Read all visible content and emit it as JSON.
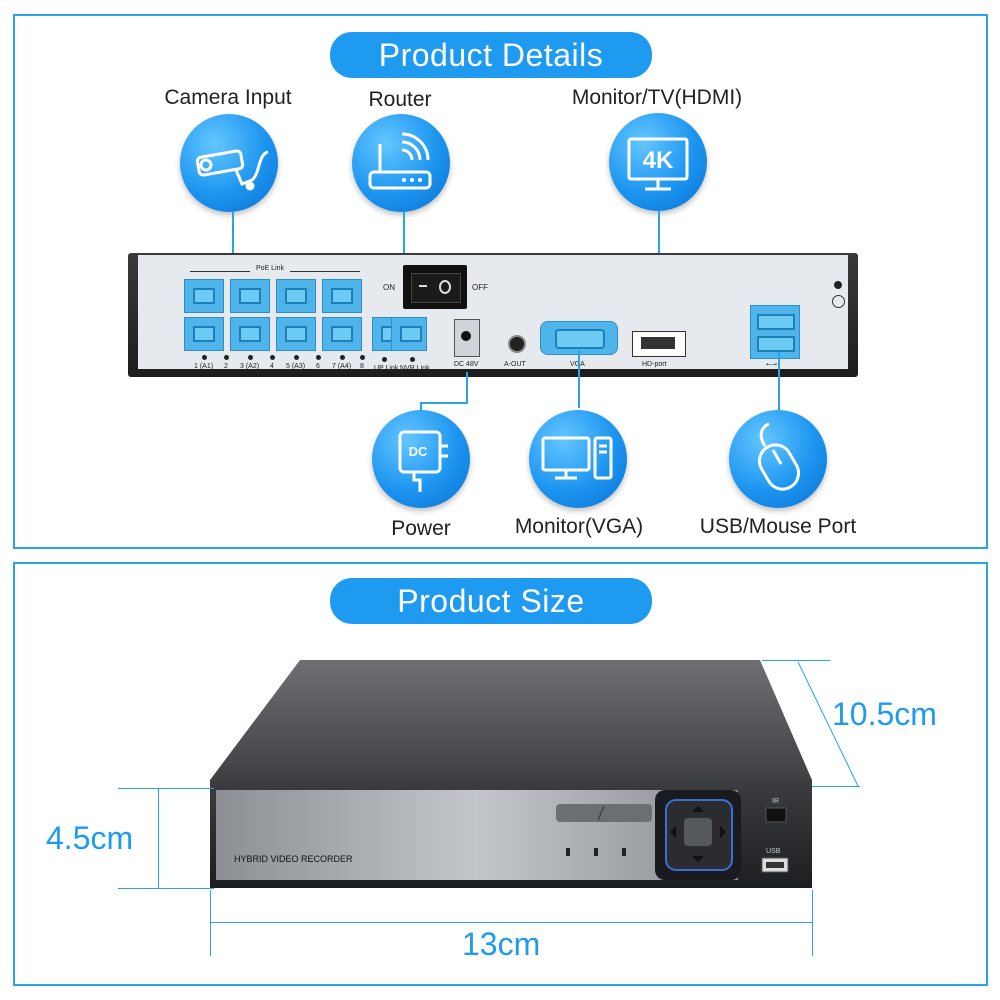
{
  "sections": {
    "details_title": "Product Details",
    "size_title": "Product Size"
  },
  "callouts": {
    "camera_input": "Camera Input",
    "router": "Router",
    "monitor_hdmi": "Monitor/TV(HDMI)",
    "power": "Power",
    "monitor_vga": "Monitor(VGA)",
    "usb_mouse": "USB/Mouse Port"
  },
  "icons": {
    "camera": "security-camera-icon",
    "router": "router-icon",
    "monitor_4k": "monitor-4k-icon",
    "power": "dc-adapter-icon",
    "vga": "desktop-computer-icon",
    "mouse": "mouse-icon",
    "hdmi_badge": "4K"
  },
  "back_panel": {
    "poe_link": "PoE Link",
    "on": "ON",
    "off": "OFF",
    "port_labels": [
      "1 (A1)",
      "2",
      "3 (A2)",
      "4",
      "5 (A3)",
      "6",
      "7 (A4)",
      "8"
    ],
    "up_link": "UP Link",
    "nvr_link": "NVR Link",
    "dc": "DC 48V",
    "a_out": "A-OUT",
    "vga": "VGA",
    "hd_port": "HD-port",
    "usb_symbol": "⭠⭢",
    "power_icon": "DC"
  },
  "front_panel": {
    "model": "HYBRID VIDEO RECORDER",
    "ir": "IR",
    "usb": "USB"
  },
  "dimensions": {
    "height": "4.5cm",
    "depth": "10.5cm",
    "width": "13cm"
  },
  "colors": {
    "accent": "#1e9bf0",
    "border": "#2aa3e8"
  }
}
